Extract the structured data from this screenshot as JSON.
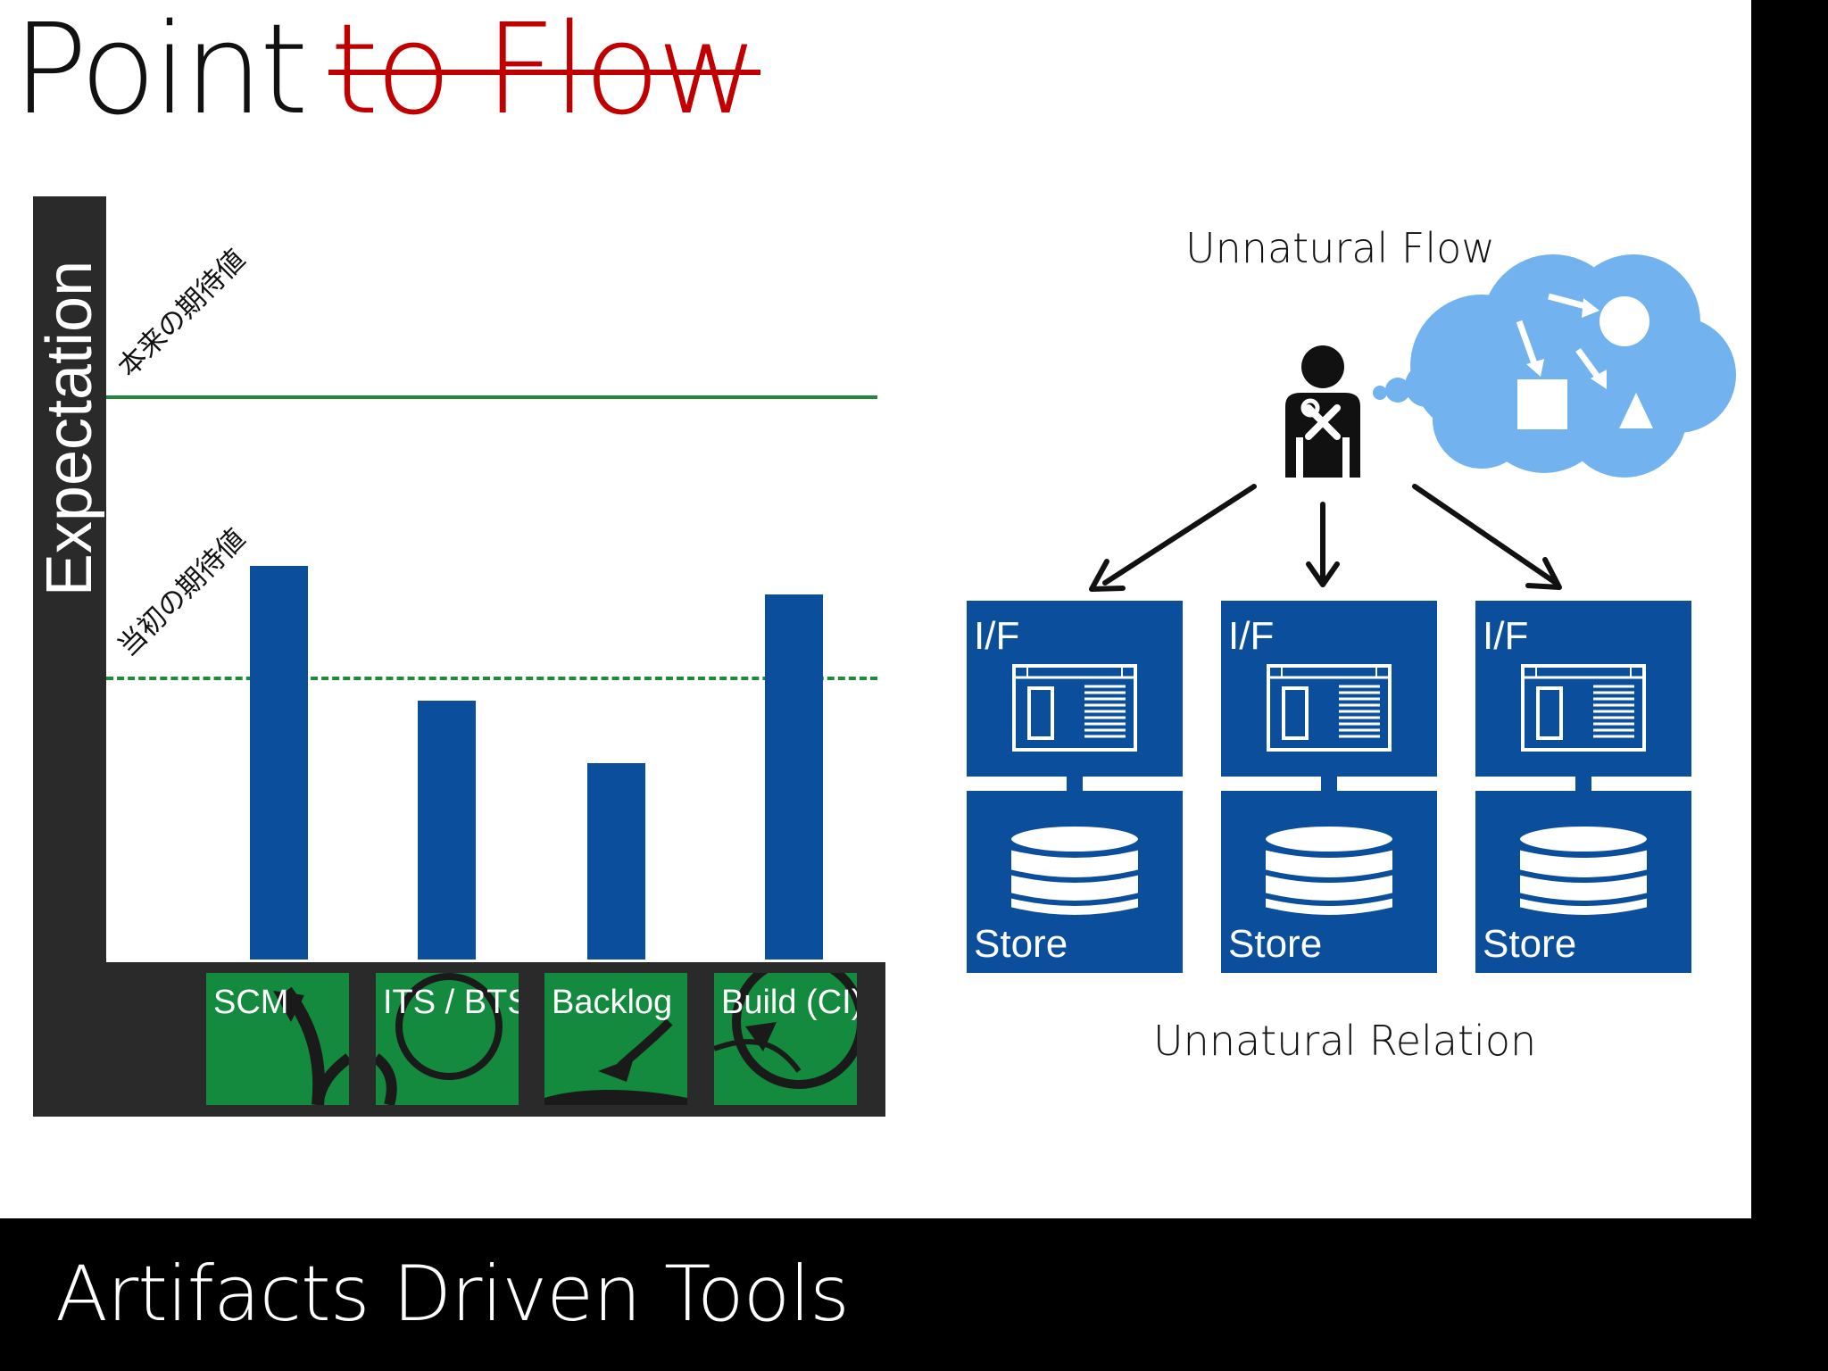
{
  "slide": {
    "title_main": "Point",
    "title_struck": "to Flow",
    "footer": "Artifacts Driven Tools"
  },
  "chart_data": {
    "type": "bar",
    "ylabel": "Expectation",
    "categories": [
      "SCM",
      "ITS / BTS",
      "Backlog",
      "Build (CI)"
    ],
    "values": [
      7.0,
      4.6,
      3.5,
      6.5
    ],
    "ylim": [
      0,
      10
    ],
    "reference_lines": [
      {
        "label": "本来の期待値",
        "value": 10,
        "style": "solid"
      },
      {
        "label": "当初の期待値",
        "value": 5.0,
        "style": "dashed"
      }
    ],
    "grid": false,
    "colors": {
      "bar": "#0b4e9b",
      "reference": "#1f8a3b",
      "category_tile": "#138a3d"
    }
  },
  "diagram": {
    "top_label": "Unnatural Flow",
    "bottom_label": "Unnatural Relation",
    "person_icon": "user-wrench-icon",
    "thought_icon": "thought-cloud-icon",
    "systems": [
      {
        "if_label": "I/F",
        "store_label": "Store"
      },
      {
        "if_label": "I/F",
        "store_label": "Store"
      },
      {
        "if_label": "I/F",
        "store_label": "Store"
      }
    ]
  }
}
